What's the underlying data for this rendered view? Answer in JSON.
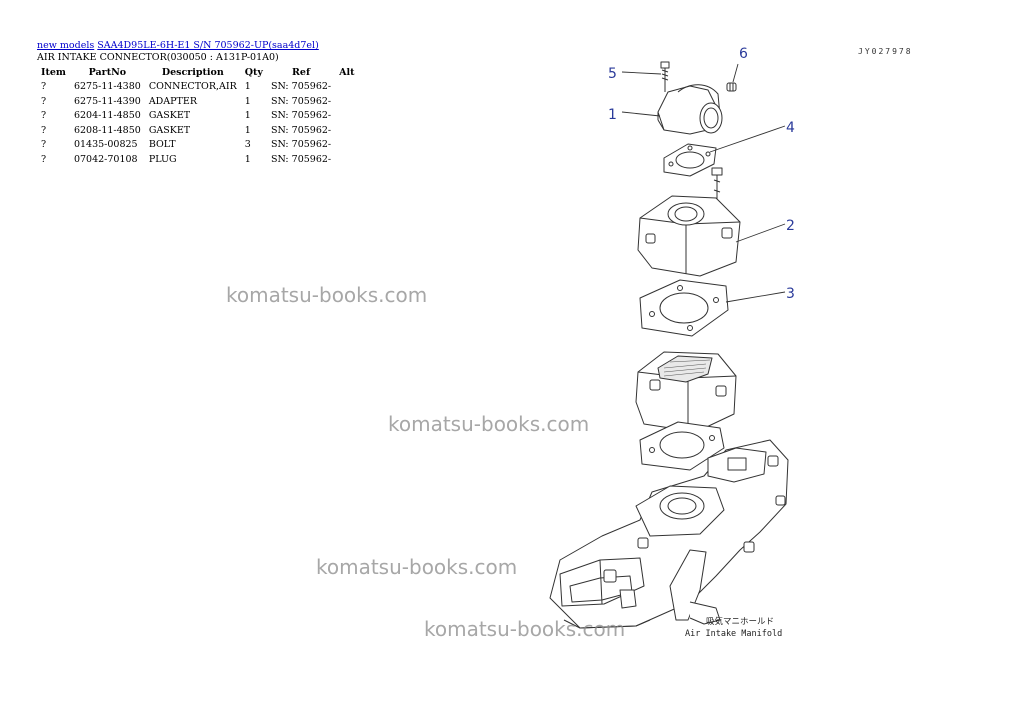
{
  "breadcrumb": {
    "link1": "new models",
    "link2": "SAA4D95LE-6H-E1 S/N 705962-UP(saa4d7el)"
  },
  "page_title": "AIR INTAKE CONNECTOR(030050 : A131P-01A0)",
  "table": {
    "headers": [
      "Item",
      "PartNo",
      "Description",
      "Qty",
      "Ref",
      "Alt"
    ],
    "rows": [
      {
        "item": "?",
        "partno": "6275-11-4380",
        "description": "CONNECTOR,AIR",
        "qty": "1",
        "ref": "SN: 705962-",
        "alt": ""
      },
      {
        "item": "?",
        "partno": "6275-11-4390",
        "description": "ADAPTER",
        "qty": "1",
        "ref": "SN: 705962-",
        "alt": ""
      },
      {
        "item": "?",
        "partno": "6204-11-4850",
        "description": "GASKET",
        "qty": "1",
        "ref": "SN: 705962-",
        "alt": ""
      },
      {
        "item": "?",
        "partno": "6208-11-4850",
        "description": "GASKET",
        "qty": "1",
        "ref": "SN: 705962-",
        "alt": ""
      },
      {
        "item": "?",
        "partno": "01435-00825",
        "description": "BOLT",
        "qty": "3",
        "ref": "SN: 705962-",
        "alt": ""
      },
      {
        "item": "?",
        "partno": "07042-70108",
        "description": "PLUG",
        "qty": "1",
        "ref": "SN: 705962-",
        "alt": ""
      }
    ]
  },
  "watermark": "komatsu-books.com",
  "diagram": {
    "drawing_id": "JY027978",
    "callouts": [
      "1",
      "2",
      "3",
      "4",
      "5",
      "6"
    ],
    "caption_jp": "吸気マニホールド",
    "caption_en": "Air Intake Manifold",
    "callout_color": "#2a3a9a"
  }
}
